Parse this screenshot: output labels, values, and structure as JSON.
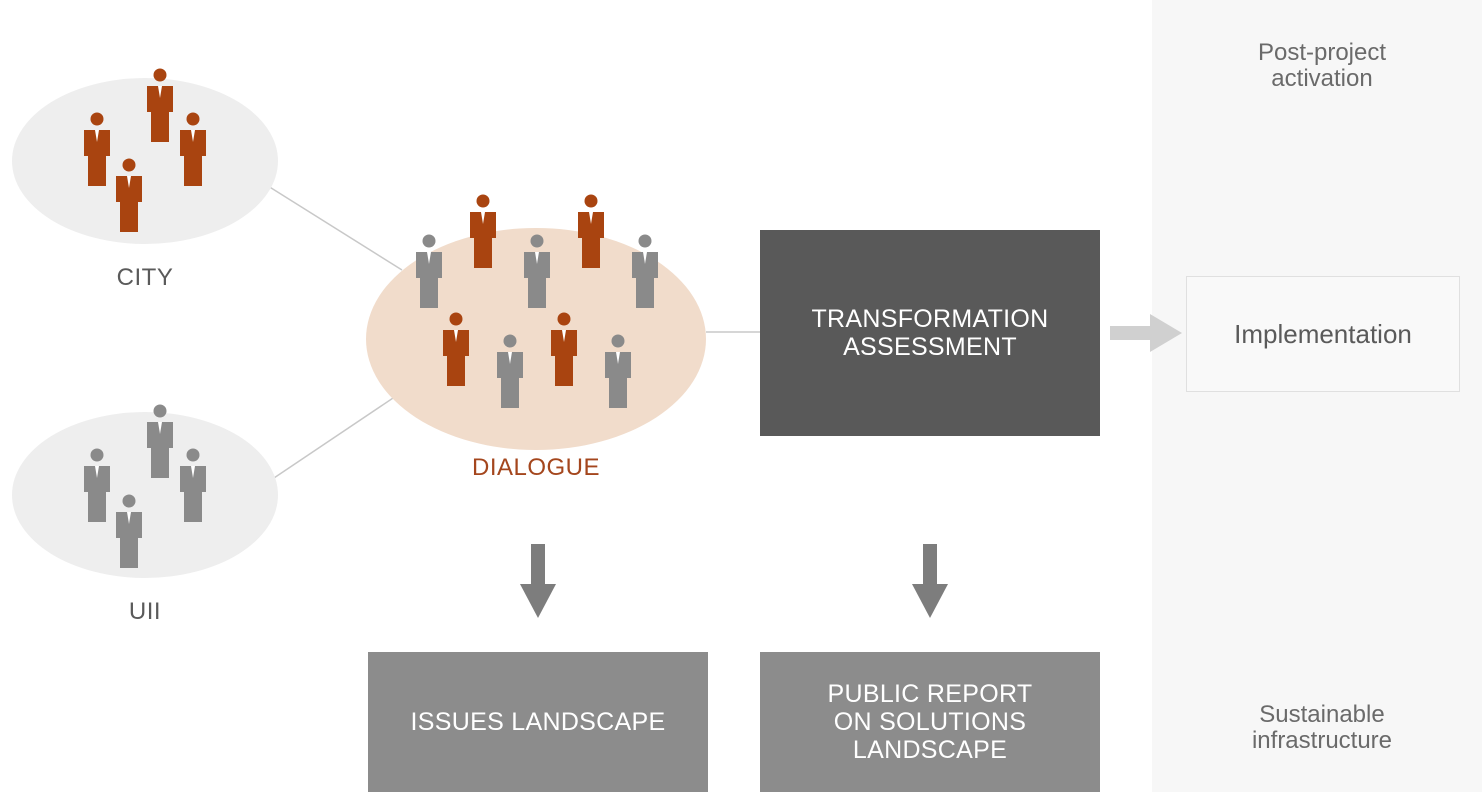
{
  "nodes": {
    "city": "CITY",
    "uii": "UII",
    "dialogue": "DIALOGUE"
  },
  "boxes": {
    "transformation": "TRANSFORMATION\nASSESSMENT",
    "issues": "ISSUES LANDSCAPE",
    "public_report": "PUBLIC REPORT\nON SOLUTIONS\nLANDSCAPE"
  },
  "right_column": {
    "post_project": "Post-project\nactivation",
    "implementation": "Implementation",
    "sustainable": "Sustainable\ninfrastructure"
  },
  "colors": {
    "accent": "#a4461d",
    "person_orange": "#a94410",
    "person_gray": "#8a8a8a",
    "box_dark": "#595959",
    "box_mid": "#8c8c8c",
    "dialogue_fill": "#f1dccb"
  }
}
